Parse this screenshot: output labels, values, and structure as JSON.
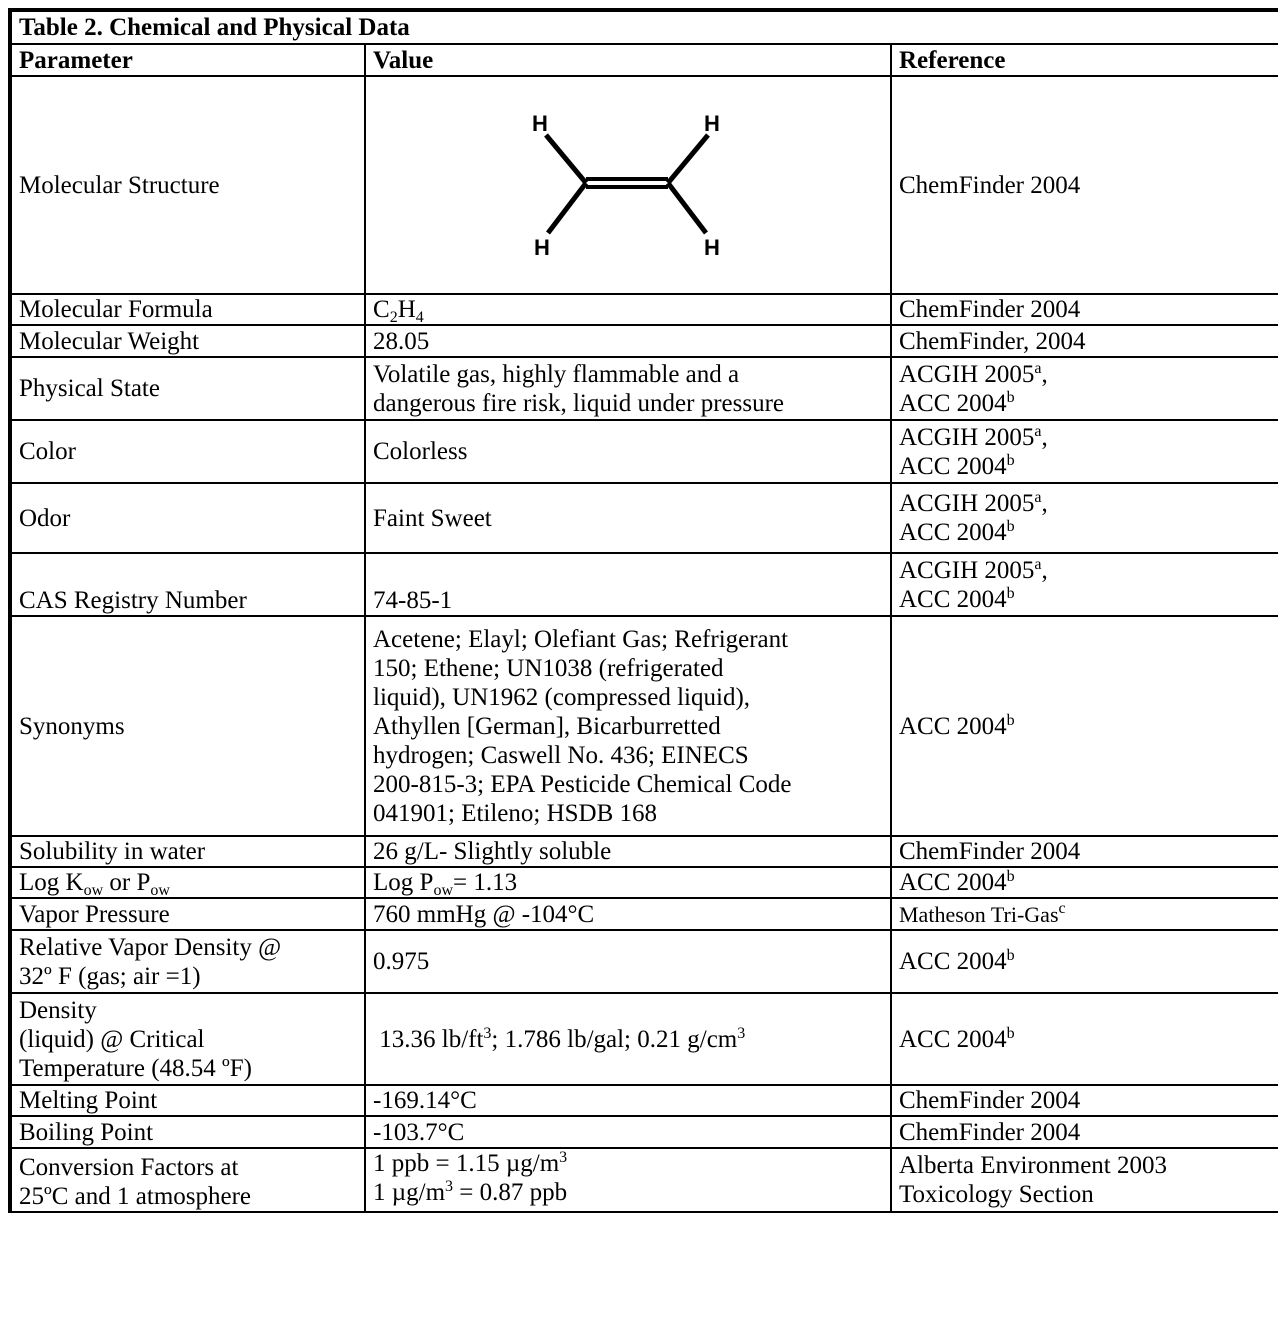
{
  "title": "Table 2. Chemical and Physical Data",
  "headers": {
    "parameter": "Parameter",
    "value": "Value",
    "reference": "Reference"
  },
  "structure": {
    "parameter": "Molecular Structure",
    "atom_label": "H",
    "reference": "ChemFinder 2004",
    "image": "ethylene-structure-diagram"
  },
  "formula": {
    "parameter": "Molecular Formula",
    "C": "C",
    "c_sub": "2",
    "H": "H",
    "h_sub": "4",
    "reference": "ChemFinder 2004"
  },
  "weight": {
    "parameter": "Molecular Weight",
    "value": "28.05",
    "reference": "ChemFinder, 2004"
  },
  "physical_state": {
    "parameter": "Physical State",
    "value_1": "Volatile gas, highly flammable and a",
    "value_2": "dangerous fire risk, liquid under pressure"
  },
  "color": {
    "parameter": "Color",
    "value": "Colorless"
  },
  "odor": {
    "parameter": "Odor",
    "value": "Faint Sweet"
  },
  "cas": {
    "parameter": "CAS Registry Number",
    "value": "74-85-1"
  },
  "synonyms": {
    "parameter": "Synonyms",
    "lines": [
      "Acetene; Elayl; Olefiant Gas; Refrigerant",
      "150; Ethene; UN1038 (refrigerated",
      "liquid), UN1962 (compressed liquid),",
      "Athyllen [German], Bicarburretted",
      "hydrogen; Caswell No. 436; EINECS",
      "200-815-3; EPA Pesticide Chemical Code",
      "041901; Etileno; HSDB 168"
    ]
  },
  "solubility": {
    "parameter": "Solubility in water",
    "value": "26 g/L- Slightly soluble",
    "reference": "ChemFinder 2004"
  },
  "logkow": {
    "p_log": "Log K",
    "p_sub": "ow",
    "p_or": " or P",
    "p_sub2": "ow",
    "v_log": "Log P",
    "v_sub": "ow",
    "v_val": "= 1.13"
  },
  "vapor_pressure": {
    "parameter": "Vapor Pressure",
    "value": "760 mmHg @ -104°C",
    "reference": "Matheson Tri-Gas",
    "ref_sup": "c"
  },
  "vapor_density": {
    "param_1": "Relative Vapor Density @",
    "param_2": "32º F (gas; air =1)",
    "value": "0.975"
  },
  "density": {
    "param_1": "Density",
    "param_2": "(liquid) @ Critical",
    "param_3": "Temperature (48.54 ºF)",
    "v1": "13.36 lb/ft",
    "v1_sup": "3",
    "v2": "; 1.786 lb/gal; 0.21 g/cm",
    "v2_sup": "3"
  },
  "melting": {
    "parameter": "Melting Point",
    "value": "-169.14°C",
    "reference": "ChemFinder 2004"
  },
  "boiling": {
    "parameter": "Boiling Point",
    "value": "-103.7°C",
    "reference": "ChemFinder 2004"
  },
  "conversion": {
    "param_1": "Conversion Factors at",
    "param_2": "25ºC and 1 atmosphere",
    "v1_a": "1 ppb = 1.15 µg/m",
    "v1_sup": "3",
    "v2_a": "1 µg/m",
    "v2_sup": "3",
    "v2_b": " = 0.87 ppb",
    "ref_1": "Alberta Environment 2003",
    "ref_2": "Toxicology Section"
  },
  "refs": {
    "acgih": "ACGIH 2005",
    "acgih_sup": "a",
    "acgih_comma": ",",
    "acc": "ACC 2004",
    "acc_sup": "b"
  }
}
